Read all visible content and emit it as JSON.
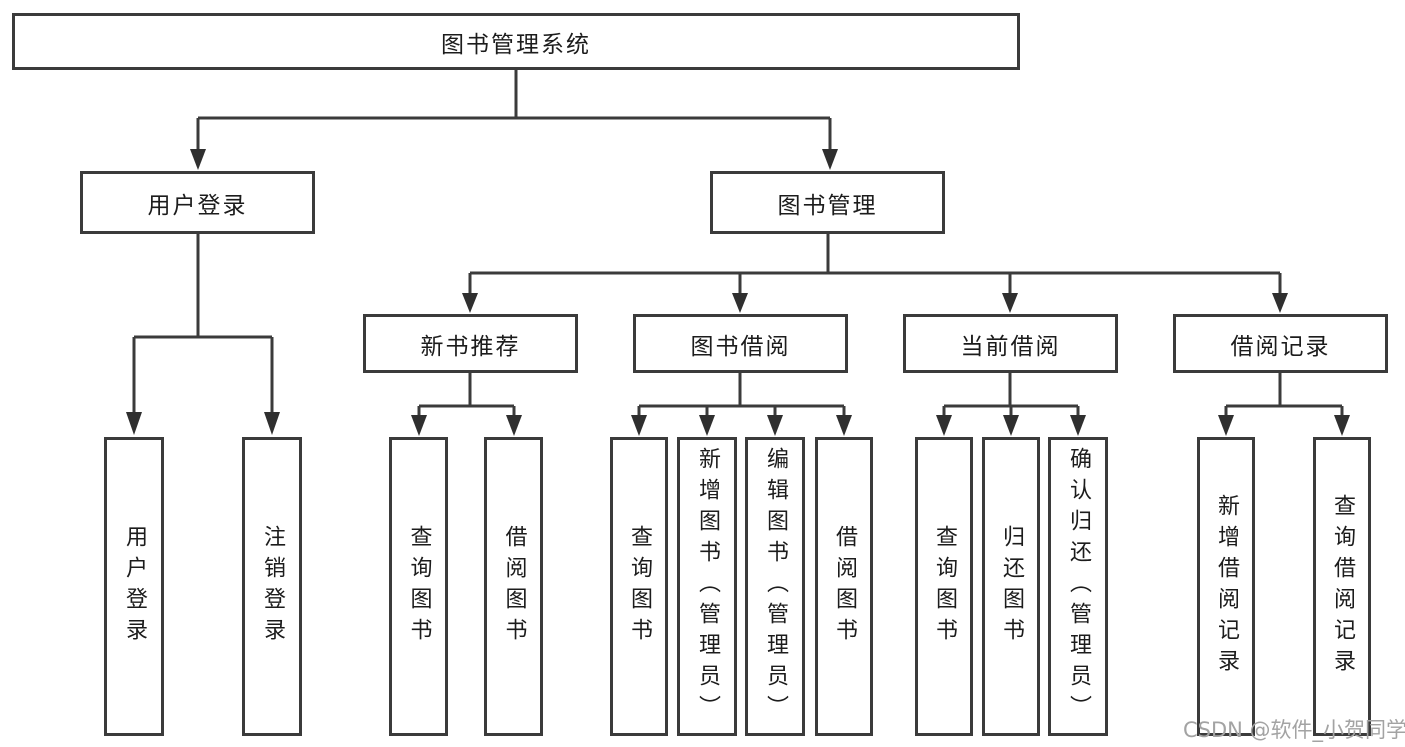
{
  "diagram": {
    "background": "#ffffff",
    "line_color": "#3b3b3b",
    "text_color": "#1c1c1c"
  },
  "root": {
    "label": "图书管理系统"
  },
  "branches": [
    {
      "label": "用户登录",
      "children": [
        {
          "label": "用户登录"
        },
        {
          "label": "注销登录"
        }
      ]
    },
    {
      "label": "图书管理",
      "children": [
        {
          "label": "新书推荐",
          "children": [
            {
              "label": "查询图书"
            },
            {
              "label": "借阅图书"
            }
          ]
        },
        {
          "label": "图书借阅",
          "children": [
            {
              "label": "查询图书"
            },
            {
              "label": "新增图书（管理员）"
            },
            {
              "label": "编辑图书（管理员）"
            },
            {
              "label": "借阅图书"
            }
          ]
        },
        {
          "label": "当前借阅",
          "children": [
            {
              "label": "查询图书"
            },
            {
              "label": "归还图书"
            },
            {
              "label": "确认归还（管理员）"
            }
          ]
        },
        {
          "label": "借阅记录",
          "children": [
            {
              "label": "新增借阅记录"
            },
            {
              "label": "查询借阅记录"
            }
          ]
        }
      ]
    }
  ],
  "watermark": {
    "text": "CSDN @软件_小贺同学",
    "color": "#a3a3a3"
  }
}
